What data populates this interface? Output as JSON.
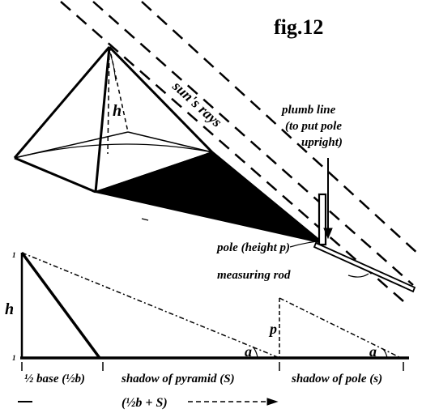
{
  "figure": {
    "label": "fig.12"
  },
  "top_diagram": {
    "apex_height_label": "h",
    "sun_rays_label": "sun's rays",
    "plumb_line_label_lines": [
      "plumb line",
      "(to put pole",
      "upright)"
    ],
    "pole_label": "pole (height p)",
    "measuring_rod_label": "measuring rod"
  },
  "bottom_diagram": {
    "height_label": "h",
    "pole_height_label": "p",
    "angle_label_left": "a",
    "angle_label_right": "a",
    "half_base_label": "½ base (½b)",
    "pyramid_shadow_label": "shadow of pyramid (S)",
    "pole_shadow_label": "shadow of pole (s)",
    "combined_label": "(½b + S)"
  }
}
